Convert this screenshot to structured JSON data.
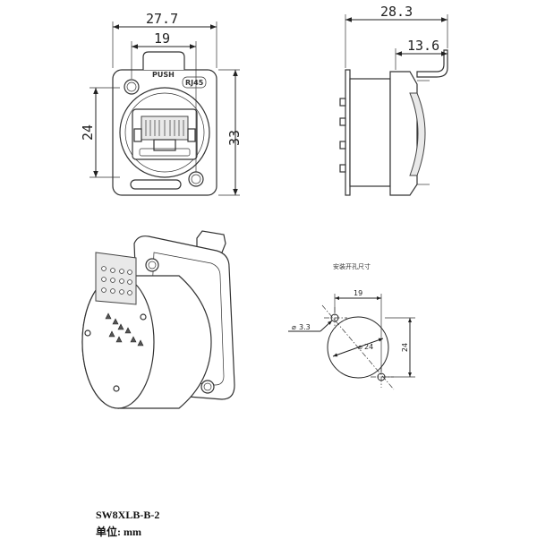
{
  "front_view": {
    "dim_width": "27.7",
    "dim_hole_spacing": "19",
    "dim_flange_height": "33",
    "dim_body_height": "24",
    "label_push": "PUSH",
    "label_rj45": "RJ45"
  },
  "side_view": {
    "dim_total_depth": "28.3",
    "dim_tab_depth": "13.6"
  },
  "panel_cutout": {
    "caption": "安装开孔尺寸",
    "dim_hole_spacing": "19",
    "dim_screw_hole": "3.3",
    "dim_cutout_diameter": "24",
    "dim_vertical": "24"
  },
  "footer": {
    "model": "SW8XLB-B-2",
    "unit": "单位:  mm"
  }
}
